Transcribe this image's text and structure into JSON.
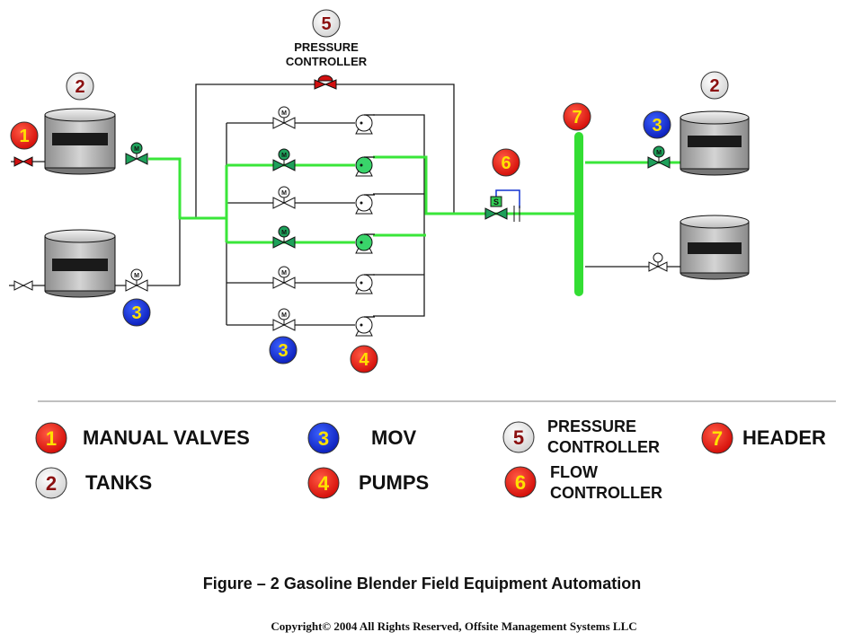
{
  "colors": {
    "active_line": "#39e639",
    "idle_line": "#1a1a1a",
    "header_pipe": "#33dd33",
    "marker_red": "#e8140c",
    "marker_blue": "#1232d0",
    "marker_grey": "#e6e6e6",
    "number_yellow": "#ffe100",
    "number_darkred": "#8b1010",
    "valve_red": "#d11010",
    "valve_green": "#1ea05a"
  },
  "diagram": {
    "pressure_controller": {
      "number": "5",
      "line1": "PRESSURE",
      "line2": "CONTROLLER"
    },
    "markers": {
      "tank_top_left": "2",
      "manual_valve_left": "1",
      "mov_bottom_left": "3",
      "mov_bottom_center": "3",
      "pumps_bottom": "4",
      "flow_controller": "6",
      "header": "7",
      "mov_right": "3",
      "tank_top_right": "2"
    },
    "flow_controller_badge": "S",
    "mov_badge": "M",
    "icons": [
      "gate-valve-icon",
      "motor-operated-valve-icon",
      "pump-icon",
      "tank-icon",
      "check-valve-icon"
    ]
  },
  "legend": {
    "manual_valves": {
      "number": "1",
      "label": "MANUAL VALVES"
    },
    "tanks": {
      "number": "2",
      "label": "TANKS"
    },
    "mov": {
      "number": "3",
      "label": "MOV"
    },
    "pumps": {
      "number": "4",
      "label": "PUMPS"
    },
    "pressure_controller": {
      "number": "5",
      "line1": "PRESSURE",
      "line2": "CONTROLLER"
    },
    "flow_controller": {
      "number": "6",
      "line1": "FLOW",
      "line2": "CONTROLLER"
    },
    "header": {
      "number": "7",
      "label": "HEADER"
    }
  },
  "caption": "Figure – 2 Gasoline Blender Field Equipment Automation",
  "copyright": "Copyright© 2004 All Rights Reserved, Offsite Management Systems LLC"
}
